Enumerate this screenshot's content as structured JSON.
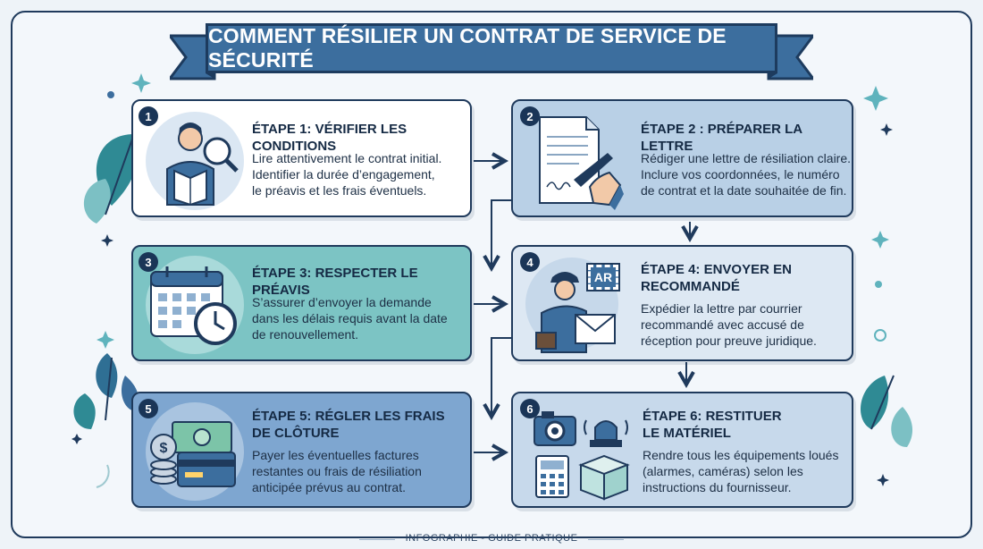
{
  "title": "COMMENT RÉSILIER UN CONTRAT DE SERVICE DE SÉCURITÉ",
  "steps": [
    {
      "number": "1",
      "title": "ÉTAPE 1: VÉRIFIER LES CONDITIONS",
      "lines": [
        "Lire attentivement le contrat initial.",
        "Identifier la durée d’engagement,",
        "le préavis et les frais éventuels."
      ],
      "icon": "person-reading-magnifier-icon"
    },
    {
      "number": "2",
      "title": "ÉTAPE 2 : PRÉPARER LA LETTRE",
      "lines": [
        "Rédiger une lettre de résiliation claire.",
        "Inclure vos coordonnées, le numéro",
        "de contrat et la date souhaitée de fin."
      ],
      "icon": "letter-signing-icon"
    },
    {
      "number": "3",
      "title": "ÉTAPE 3: RESPECTER LE PRÉAVIS",
      "lines": [
        "S’assurer d’envoyer la demande",
        "dans les délais requis avant la date",
        "de renouvellement."
      ],
      "icon": "calendar-clock-icon"
    },
    {
      "number": "4",
      "title_line1": "ÉTAPE 4: ENVOYER EN",
      "title_line2": "RECOMMANDÉ",
      "lines": [
        "Expédier la lettre par courrier",
        "recommandé avec accusé de",
        "réception pour preuve juridique."
      ],
      "stamp": "AR",
      "icon": "postman-envelope-icon"
    },
    {
      "number": "5",
      "title_line1": "ÉTAPE 5: RÉGLER LES FRAIS",
      "title_line2": "DE CLÔTURE",
      "lines": [
        "Payer les éventuelles factures",
        "restantes ou frais de résiliation",
        "anticipée prévus au contrat."
      ],
      "icon": "money-card-icon"
    },
    {
      "number": "6",
      "title_line1": "ÉTAPE 6: RESTITUER",
      "title_line2": "LE MATÉRIEL",
      "lines": [
        "Rendre tous les équipements loués",
        "(alarmes, caméras) selon les",
        "instructions du fournisseur."
      ],
      "icon": "equipment-return-icon"
    }
  ],
  "footer": "INFOGRAPHIE - GUIDE PRATIQUE",
  "colors": {
    "navy": "#1f3a5c",
    "banner": "#3c6e9e",
    "card_white": "#ffffff",
    "card_light_blue": "#b9d0e6",
    "card_teal": "#7cc4c4",
    "card_pale_blue": "#dde8f3",
    "card_mid_blue": "#7ea6d0",
    "card_step6": "#c7d9eb"
  }
}
